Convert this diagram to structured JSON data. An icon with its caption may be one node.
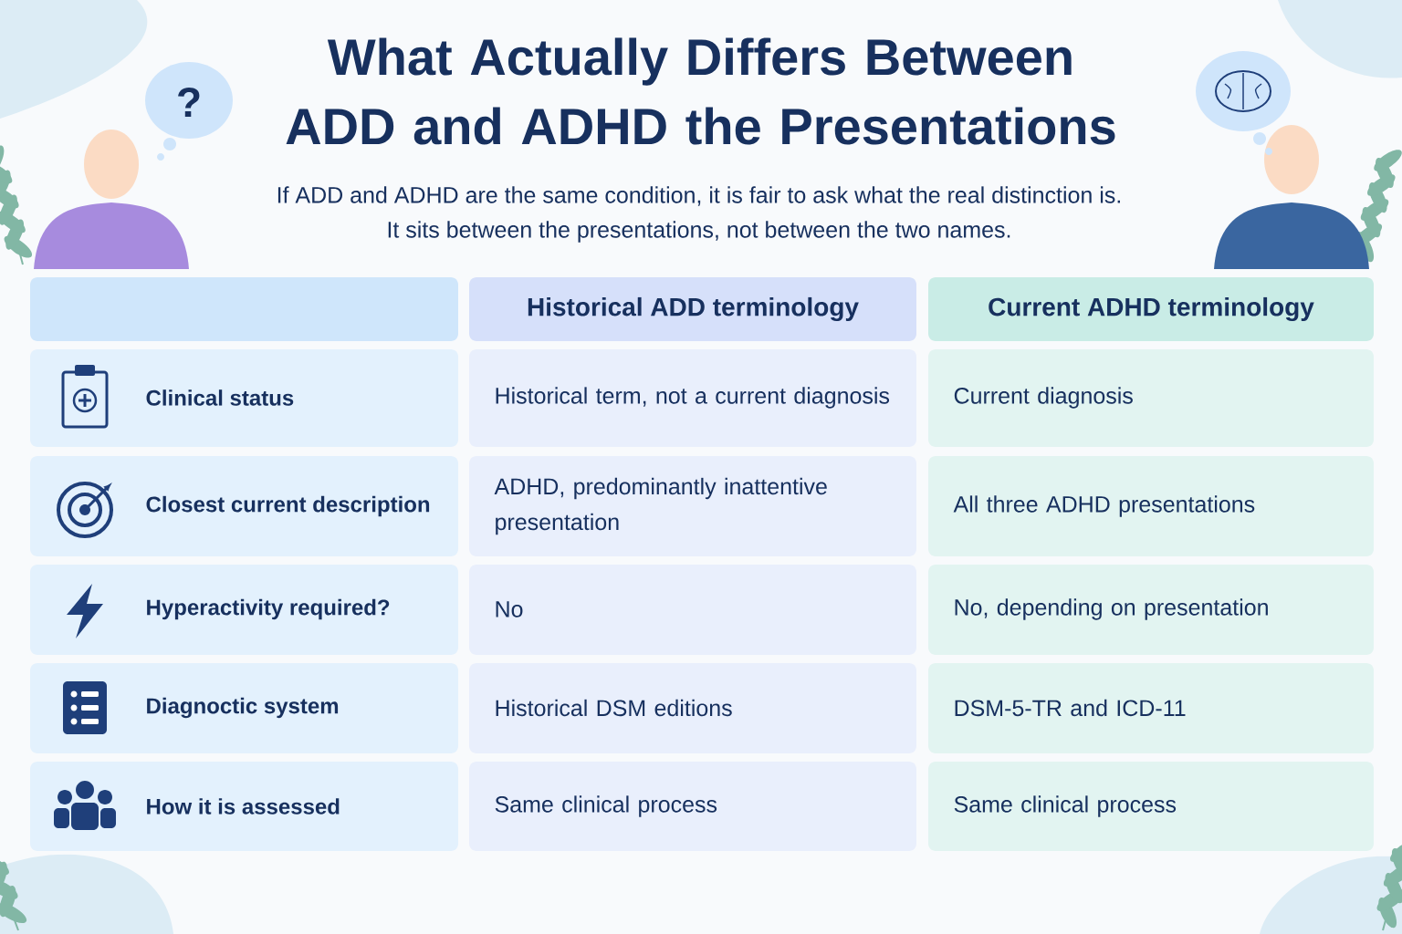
{
  "diagram": {
    "title": "What Actually Differs Between ADD and ADHD the Presentations",
    "labels": [
      "?",
      "If ADD and ADHD are the same condition, it is fair to ask what the real distinction is.",
      "It sits between the presentations, not between the two names.",
      "Historical ADD terminology",
      "Current ADHD terminology",
      "Clinical status",
      "Historical term, not a current diagnosis",
      "Current diagnosis",
      "Closest current description",
      "ADHD, predominantly inattentive presentation",
      "All three ADHD presentations",
      "Hyperactivity required?",
      "No",
      "No, depending on presentation",
      "Diagnoctic system",
      "Historical DSM editions",
      "DSM-5-TR and ICD-11",
      "How it is assessed",
      "Same clinical process",
      "Same clinical process"
    ]
  }
}
